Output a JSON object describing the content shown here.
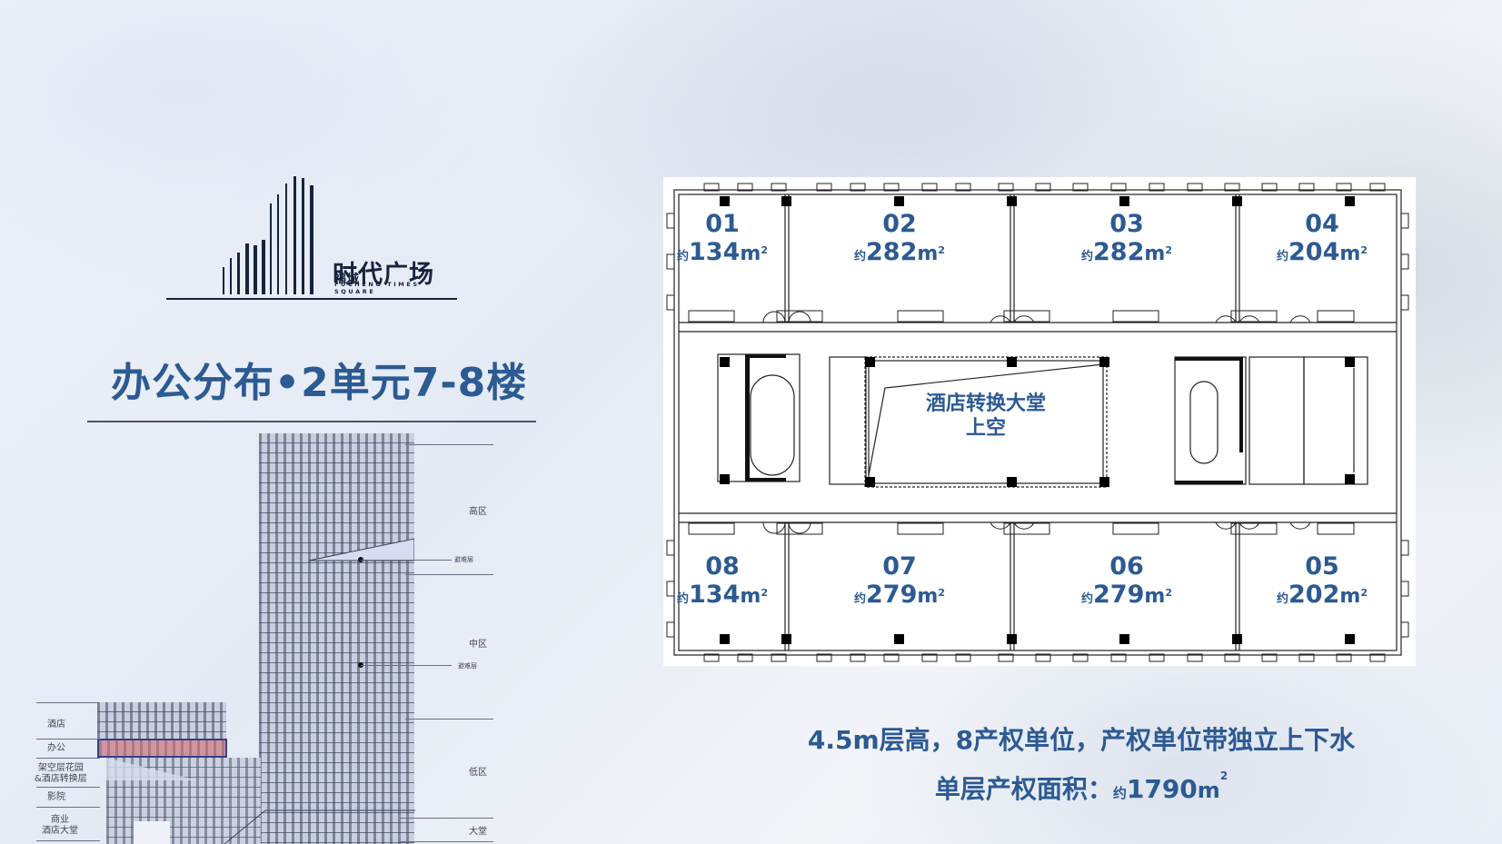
{
  "logo": {
    "brand_small": "福城",
    "brand_big": "时代广场",
    "brand_en": "FUCHENG TIMES SQUARE"
  },
  "page_title": "办公分布•2单元7-8楼",
  "section_diagram": {
    "zones": [
      {
        "label": "高区"
      },
      {
        "label": "中区"
      },
      {
        "label": "低区"
      },
      {
        "label": "大堂"
      }
    ],
    "refuge_floor_label": "避难层",
    "podium_levels": [
      {
        "label": "酒店"
      },
      {
        "label": "办公",
        "highlighted": true
      },
      {
        "label": "架空层花园&酒店转换层",
        "line1": "架空层花园",
        "line2": "&酒店转换层"
      },
      {
        "label": "影院"
      },
      {
        "label": "商业 酒店大堂",
        "line1": "商业",
        "line2": "酒店大堂"
      }
    ],
    "colors": {
      "highlight": "#d4939e",
      "highlight_border": "#34418a"
    }
  },
  "floor_plan": {
    "units": [
      {
        "num": "01",
        "approx": "约",
        "area": "134",
        "unit": "m",
        "sup": "2"
      },
      {
        "num": "02",
        "approx": "约",
        "area": "282",
        "unit": "m",
        "sup": "2"
      },
      {
        "num": "03",
        "approx": "约",
        "area": "282",
        "unit": "m",
        "sup": "2"
      },
      {
        "num": "04",
        "approx": "约",
        "area": "204",
        "unit": "m",
        "sup": "2"
      },
      {
        "num": "05",
        "approx": "约",
        "area": "202",
        "unit": "m",
        "sup": "2"
      },
      {
        "num": "06",
        "approx": "约",
        "area": "279",
        "unit": "m",
        "sup": "2"
      },
      {
        "num": "07",
        "approx": "约",
        "area": "279",
        "unit": "m",
        "sup": "2"
      },
      {
        "num": "08",
        "approx": "约",
        "area": "134",
        "unit": "m",
        "sup": "2"
      }
    ],
    "atrium": {
      "line1": "酒店转换大堂",
      "line2": "上空"
    }
  },
  "summary": {
    "line1": "4.5m层高，8产权单位，产权单位带独立上下水",
    "line2_label": "单层产权面积：",
    "line2_approx": "约",
    "line2_area": "1790",
    "line2_unit": "m",
    "line2_sup": "2"
  },
  "colors": {
    "accent": "#2c5a93",
    "dark": "#17233c"
  }
}
